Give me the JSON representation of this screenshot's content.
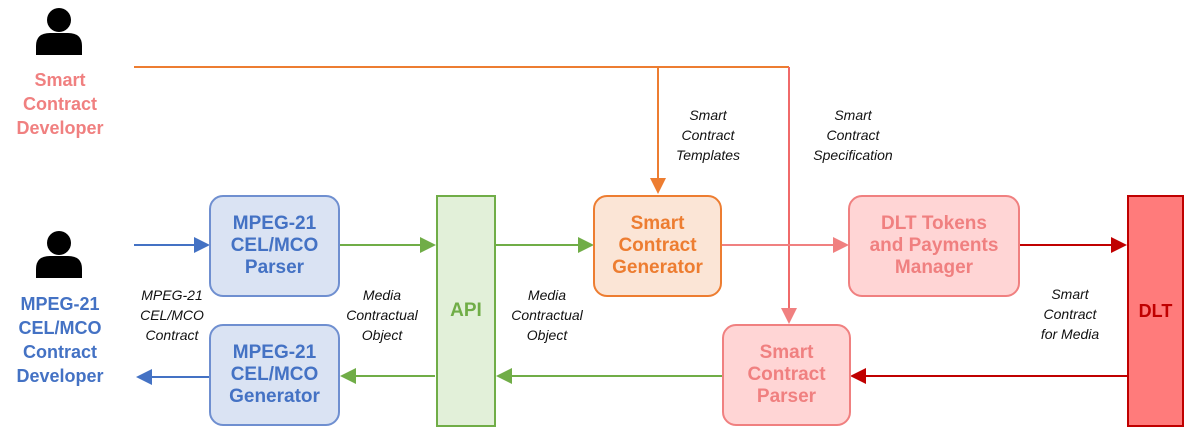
{
  "actors": {
    "smart_contract_developer": "Smart\nContract\nDeveloper",
    "mpeg_developer": "MPEG-21\nCEL/MCO\nContract\nDeveloper"
  },
  "nodes": {
    "mco_parser": "MPEG-21\nCEL/MCO\nParser",
    "mco_generator": "MPEG-21\nCEL/MCO\nGenerator",
    "api": "API",
    "sc_generator": "Smart\nContract\nGenerator",
    "dlt_tokens": "DLT Tokens\nand Payments\nManager",
    "sc_parser": "Smart\nContract\nParser",
    "dlt": "DLT"
  },
  "edge_labels": {
    "mpeg_contract": "MPEG-21\nCEL/MCO\nContract",
    "media_object_left": "Media\nContractual\nObject",
    "media_object_right": "Media\nContractual\nObject",
    "sc_templates": "Smart\nContract\nTemplates",
    "sc_specification": "Smart\nContract\nSpecification",
    "sc_for_media": "Smart\nContract\nfor Media"
  },
  "colors": {
    "blue": "#4472c4",
    "orange": "#ed7d31",
    "pink": "#f08080",
    "green": "#70ad47",
    "dark_red": "#c00000"
  }
}
